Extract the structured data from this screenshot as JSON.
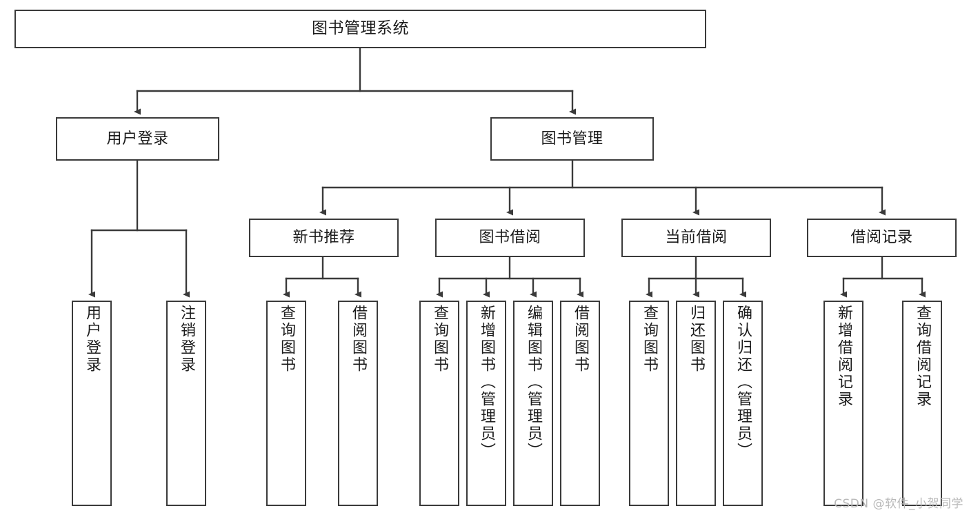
{
  "diagram": {
    "type": "tree-hierarchy",
    "title": "图书管理系统",
    "watermark": "CSDN @软件_小贺同学",
    "style": {
      "box_border_color": "#3a3a3a",
      "box_fill_color": "#ffffff",
      "line_color": "#3a3a3a",
      "text_color": "#1b1b1b",
      "background": "#ffffff",
      "watermark_color": "#b8b8b8"
    },
    "nodes": {
      "root": {
        "label": "图书管理系统",
        "level": 1
      },
      "l2": [
        {
          "label": "用户登录",
          "level": 2
        },
        {
          "label": "图书管理",
          "level": 2
        }
      ],
      "l3": [
        {
          "label": "新书推荐",
          "level": 3,
          "parent": "图书管理"
        },
        {
          "label": "图书借阅",
          "level": 3,
          "parent": "图书管理"
        },
        {
          "label": "当前借阅",
          "level": 3,
          "parent": "图书管理"
        },
        {
          "label": "借阅记录",
          "level": 3,
          "parent": "图书管理"
        }
      ],
      "leaves": [
        {
          "label": "用户登录",
          "parent": "用户登录",
          "group": 0
        },
        {
          "label": "注销登录",
          "parent": "用户登录",
          "group": 0
        },
        {
          "label": "查询图书",
          "parent": "新书推荐",
          "group": 1
        },
        {
          "label": "借阅图书",
          "parent": "新书推荐",
          "group": 1
        },
        {
          "label": "查询图书",
          "parent": "图书借阅",
          "group": 2
        },
        {
          "label": "新增图书（管理员）",
          "parent": "图书借阅",
          "group": 2
        },
        {
          "label": "编辑图书（管理员）",
          "parent": "图书借阅",
          "group": 2
        },
        {
          "label": "借阅图书",
          "parent": "图书借阅",
          "group": 2
        },
        {
          "label": "查询图书",
          "parent": "当前借阅",
          "group": 3
        },
        {
          "label": "归还图书",
          "parent": "当前借阅",
          "group": 3
        },
        {
          "label": "确认归还（管理员）",
          "parent": "当前借阅",
          "group": 3
        },
        {
          "label": "新增借阅记录",
          "parent": "借阅记录",
          "group": 4
        },
        {
          "label": "查询借阅记录",
          "parent": "借阅记录",
          "group": 4
        }
      ]
    }
  }
}
